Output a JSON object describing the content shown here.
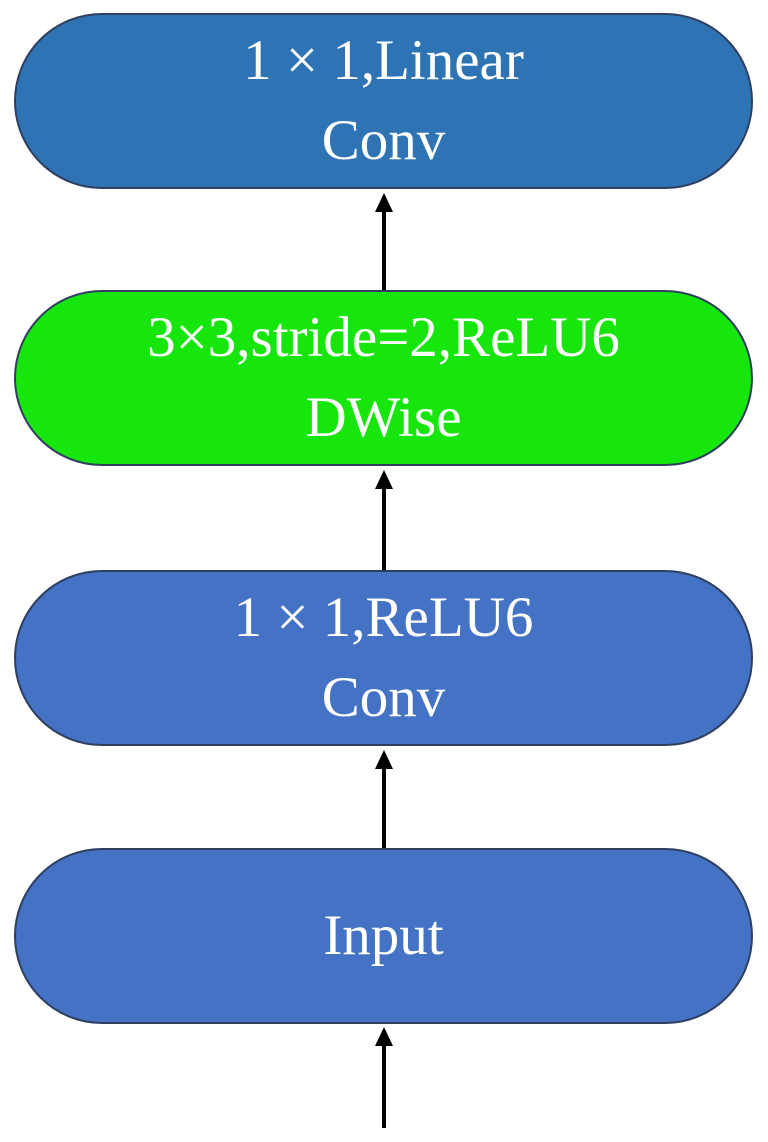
{
  "diagram": {
    "nodes": [
      {
        "id": "linear-conv",
        "line1": "1 × 1,Linear",
        "line2": "Conv",
        "color": "#2e74b5"
      },
      {
        "id": "dwise-conv",
        "line1": "3×3,stride=2,ReLU6",
        "line2": "DWise",
        "color": "#16e60c"
      },
      {
        "id": "relu6-conv",
        "line1": "1 × 1,ReLU6",
        "line2": "Conv",
        "color": "#4472c4"
      },
      {
        "id": "input",
        "line1": "Input",
        "color": "#4472c4"
      }
    ],
    "edges": [
      {
        "from": "input",
        "to": "relu6-conv"
      },
      {
        "from": "relu6-conv",
        "to": "dwise-conv"
      },
      {
        "from": "dwise-conv",
        "to": "linear-conv"
      }
    ],
    "colors": {
      "arrow": "#000000",
      "node_border": "#2f3f5f",
      "text": "#ffffff"
    }
  }
}
